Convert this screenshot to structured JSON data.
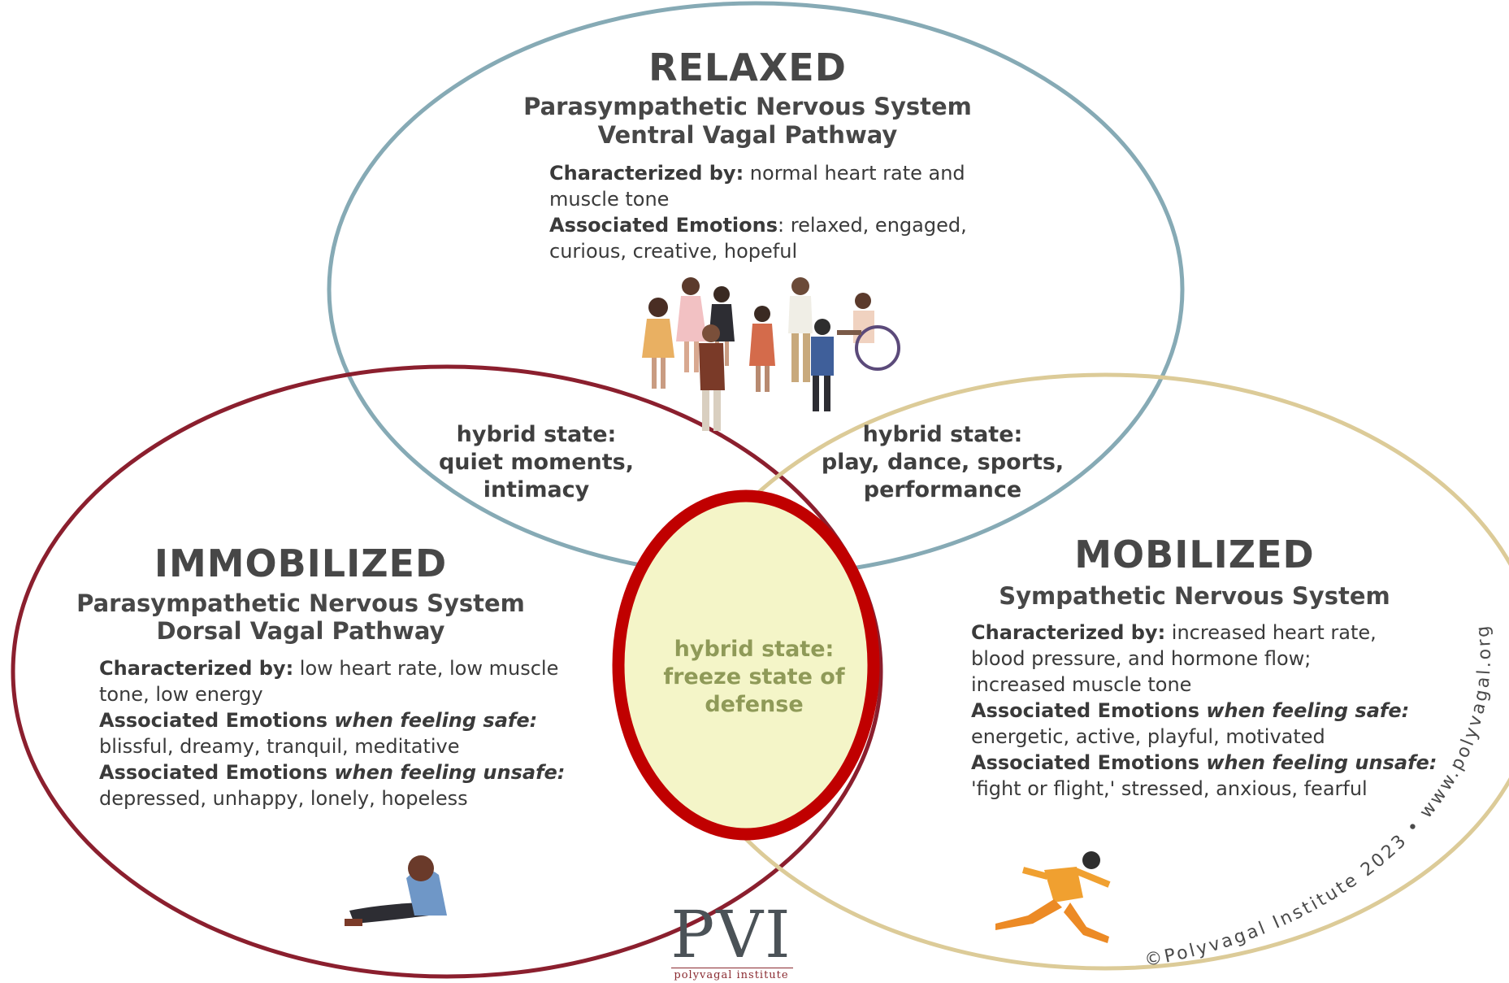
{
  "relaxed": {
    "title": "RELAXED",
    "subtitle_1": "Parasympathetic Nervous System",
    "subtitle_2": "Ventral Vagal Pathway",
    "char_label": "Characterized by:",
    "char_line_1": " normal heart rate and",
    "char_line_2": "muscle tone",
    "emo_label": "Associated Emotions",
    "emo_line_1": ": relaxed, engaged,",
    "emo_line_2": "curious, creative, hopeful"
  },
  "immobilized": {
    "title": "IMMOBILIZED",
    "subtitle_1": "Parasympathetic Nervous System",
    "subtitle_2": "Dorsal Vagal Pathway",
    "char_label": "Characterized by:",
    "char_line_1": " low heart rate, low muscle",
    "char_line_2": "tone, low energy",
    "safe_label": "Associated Emotions ",
    "safe_em": "when feeling safe:",
    "safe_line": "blissful, dreamy, tranquil, meditative",
    "unsafe_label": "Associated Emotions ",
    "unsafe_em": "when feeling unsafe:",
    "unsafe_line": "depressed, unhappy, lonely, hopeless"
  },
  "mobilized": {
    "title": "MOBILIZED",
    "subtitle_1": "Sympathetic Nervous System",
    "char_label": "Characterized by:",
    "char_line_1": " increased heart rate,",
    "char_line_2": "blood pressure, and hormone flow;",
    "char_line_3": "increased muscle tone",
    "safe_label": "Associated Emotions ",
    "safe_em": "when feeling safe:",
    "safe_line": "energetic, active, playful, motivated",
    "unsafe_label": "Associated Emotions ",
    "unsafe_em": "when feeling unsafe:",
    "unsafe_line": "'fight or flight,' stressed, anxious, fearful"
  },
  "hybrid_left": {
    "line_1": "hybrid state:",
    "line_2": "quiet moments,",
    "line_3": "intimacy"
  },
  "hybrid_right": {
    "line_1": "hybrid state:",
    "line_2": "play, dance, sports,",
    "line_3": "performance"
  },
  "hybrid_center": {
    "line_1": "hybrid state:",
    "line_2": "freeze state of",
    "line_3": "defense"
  },
  "logo": {
    "mark": "PVI",
    "caption": "polyvagal institute"
  },
  "copyright": "©Polyvagal Institute 2023 • www.polyvagal.org",
  "colors": {
    "relaxed_ring": "#86aab5",
    "immobilized_ring": "#8b1f2e",
    "mobilized_ring": "#dccb98",
    "highlight_ring": "#c00000",
    "highlight_fill": "#f4f5c8"
  }
}
